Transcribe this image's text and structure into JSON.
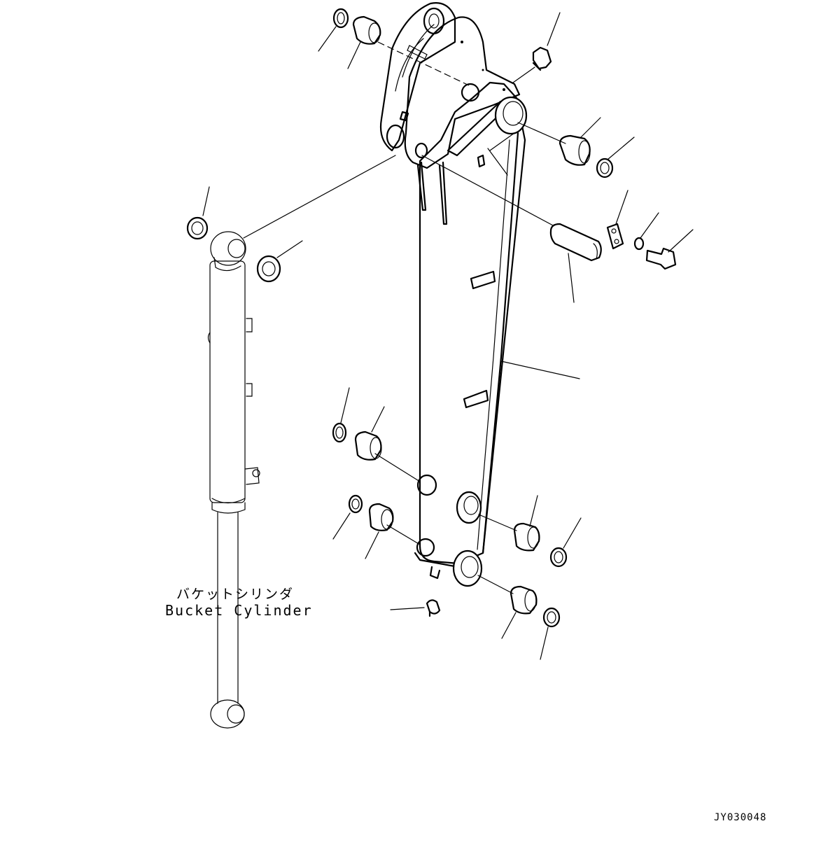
{
  "diagram": {
    "cylinder_label_ja": "バケットシリンダ",
    "cylinder_label_en": "Bucket Cylinder",
    "drawing_code": "JY030048"
  },
  "colors": {
    "line": "#000000",
    "background": "#ffffff"
  }
}
